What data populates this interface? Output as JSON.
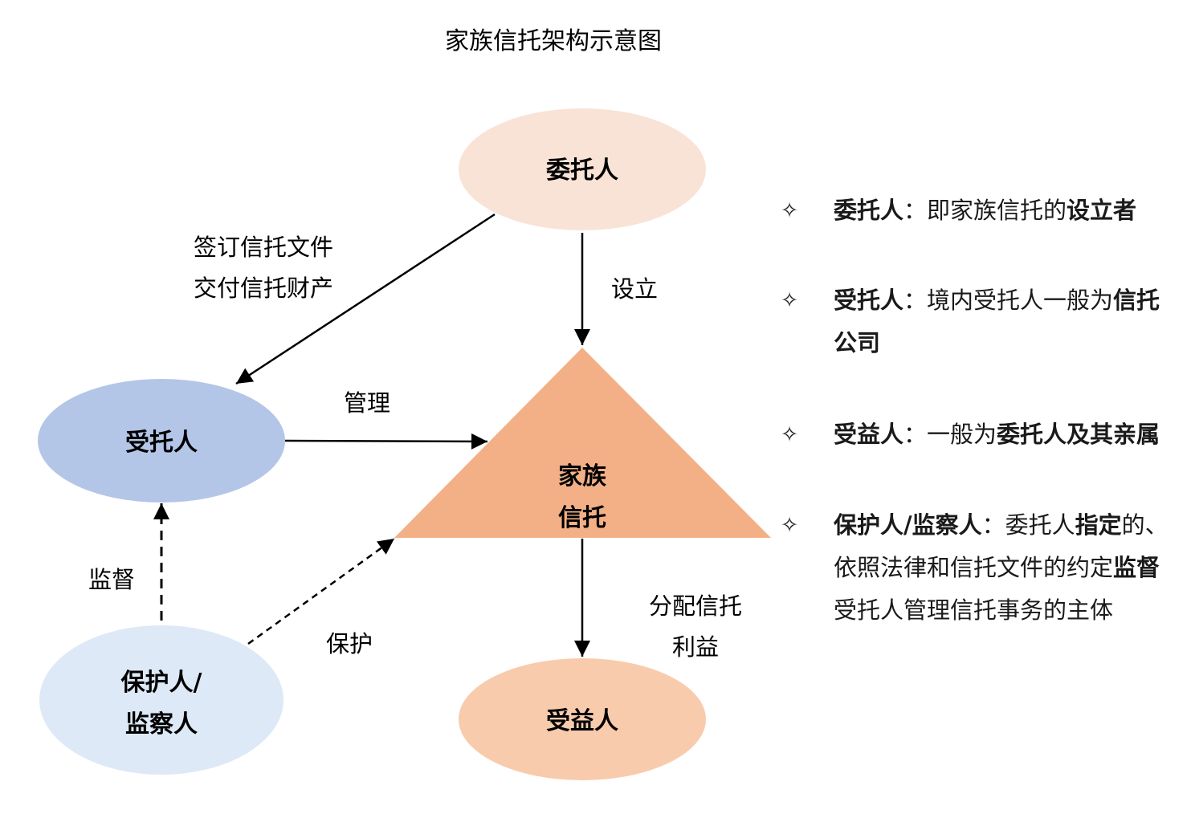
{
  "title": "家族信托架构示意图",
  "colors": {
    "settlor_fill": "#f9e3d6",
    "trustee_fill": "#b3c6e7",
    "trust_fill": "#f3b086",
    "beneficiary_fill": "#f8cbad",
    "protector_fill": "#dde9f6",
    "stroke": "#000000"
  },
  "nodes": {
    "settlor": "委托人",
    "trustee": "受托人",
    "trust_line1": "家族",
    "trust_line2": "信托",
    "beneficiary": "受益人",
    "protector_line1": "保护人/",
    "protector_line2": "监察人"
  },
  "edges": {
    "sign_line1": "签订信托文件",
    "sign_line2": "交付信托财产",
    "establish": "设立",
    "manage": "管理",
    "supervise": "监督",
    "protect": "保护",
    "distribute_line1": "分配信托",
    "distribute_line2": "利益"
  },
  "legend": {
    "bullet_icon": "four-pointed-star-outline-icon",
    "bullet": "✧",
    "items": [
      {
        "label": "委托人",
        "sep": "：",
        "segments": [
          {
            "text": "即家族信托的",
            "bold": false
          },
          {
            "text": "设立者",
            "bold": true
          }
        ]
      },
      {
        "label": "受托人",
        "sep": "：",
        "segments": [
          {
            "text": "境内受托人一般为",
            "bold": false
          },
          {
            "text": "信托公司",
            "bold": true
          }
        ]
      },
      {
        "label": "受益人",
        "sep": "：",
        "segments": [
          {
            "text": "一般为",
            "bold": false
          },
          {
            "text": "委托人及其亲属",
            "bold": true
          }
        ]
      },
      {
        "label": "保护人/监察人",
        "sep": "：",
        "segments": [
          {
            "text": "委托人",
            "bold": false
          },
          {
            "text": "指定",
            "bold": true
          },
          {
            "text": "的、依照法律和信托文件的约定",
            "bold": false
          },
          {
            "text": "监督",
            "bold": true
          },
          {
            "text": "受托人管理信托事务的主体",
            "bold": false
          }
        ]
      }
    ]
  }
}
